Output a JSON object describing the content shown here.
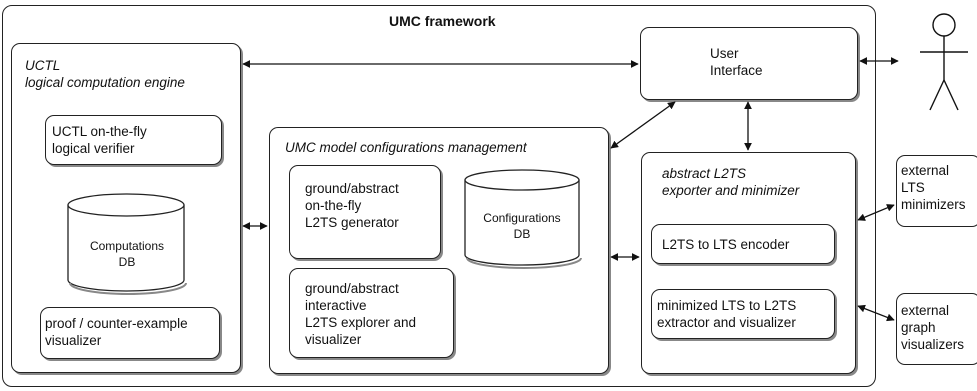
{
  "framework": {
    "title": "UMC framework"
  },
  "uctl": {
    "title": "UCTL\nlogical computation engine",
    "verifier": "UCTL on-the-fly\nlogical verifier",
    "db": "Computations\nDB",
    "proof": "proof / counter-example\nvisualizer"
  },
  "ui": {
    "label": "User\nInterface"
  },
  "config_mgmt": {
    "title": "UMC model configurations management",
    "generator": "ground/abstract\non-the-fly\nL2TS generator",
    "db": "Configurations\nDB",
    "explorer": "ground/abstract\ninteractive\nL2TS explorer and\nvisualizer"
  },
  "exporter": {
    "title": "abstract L2TS\nexporter and minimizer",
    "encoder": "L2TS to LTS encoder",
    "extractor": "minimized LTS to L2TS\nextractor and visualizer"
  },
  "external": {
    "minimizers": "external\nLTS\nminimizers",
    "visualizers": "external\ngraph\nvisualizers"
  }
}
